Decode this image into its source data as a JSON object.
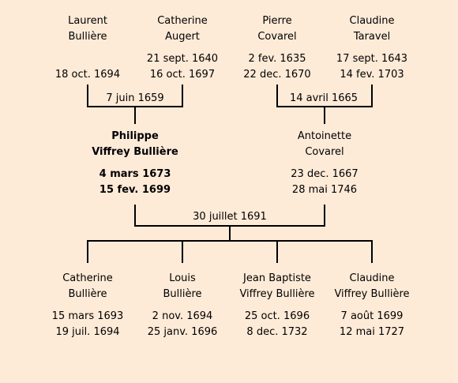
{
  "colors": {
    "background": "#fdebd7",
    "lines": "#000000"
  },
  "grandparents_paternal": [
    {
      "first": "Laurent",
      "last": "Bullière",
      "birth": "",
      "death": "18 oct. 1694"
    },
    {
      "first": "Catherine",
      "last": "Augert",
      "birth": "21 sept. 1640",
      "death": "16 oct. 1697"
    }
  ],
  "grandparents_maternal": [
    {
      "first": "Pierre",
      "last": "Covarel",
      "birth": "2 fev. 1635",
      "death": "22 dec. 1670"
    },
    {
      "first": "Claudine",
      "last": "Taravel",
      "birth": "17 sept. 1643",
      "death": "14 fev. 1703"
    }
  ],
  "paternal_marriage": "7 juin 1659",
  "maternal_marriage": "14 avril 1665",
  "father": {
    "first": "Philippe",
    "last": "Viffrey Bullière",
    "birth": "4 mars 1673",
    "death": "15 fev. 1699"
  },
  "mother": {
    "first": "Antoinette",
    "last": "Covarel",
    "birth": "23 dec. 1667",
    "death": "28 mai 1746"
  },
  "parents_marriage": "30 juillet 1691",
  "children": [
    {
      "first": "Catherine",
      "last": "Bullière",
      "birth": "15 mars 1693",
      "death": "19 juil. 1694"
    },
    {
      "first": "Louis",
      "last": "Bullière",
      "birth": "2 nov. 1694",
      "death": "25 janv. 1696"
    },
    {
      "first": "Jean Baptiste",
      "last": "Viffrey Bullière",
      "birth": "25 oct. 1696",
      "death": "8 dec. 1732"
    },
    {
      "first": "Claudine",
      "last": "Viffrey Bullière",
      "birth": "7 août 1699",
      "death": "12 mai 1727"
    }
  ]
}
